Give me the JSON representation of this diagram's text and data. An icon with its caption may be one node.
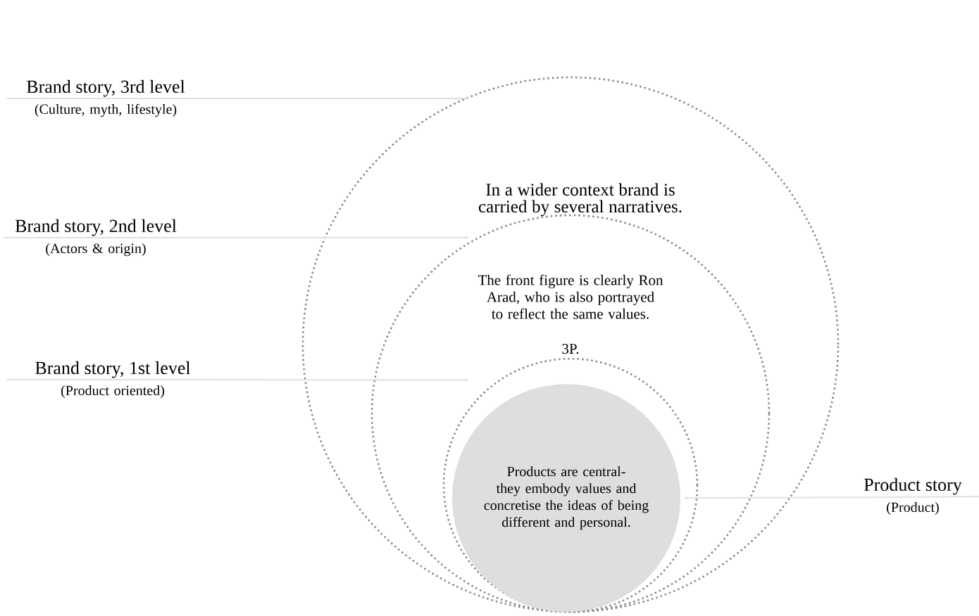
{
  "diagram": {
    "nodes": [
      {
        "text": [
          "In a wider context brand is carried by several narratives."
        ]
      },
      {
        "text": [
          "The front figure is clearly Ron Arad, who is also portrayed to reflect the same values.",
          "3P."
        ],
        "in": 0
      },
      {
        "text": [],
        "shape": "circle",
        "in": 1
      },
      {
        "text": [
          "Products are central- they embody values and concretise the ideas of being different and personal."
        ],
        "in": 2
      },
      {
        "text": [
          "Brand story, 3rd level",
          "(Culture, myth, lifestyle)"
        ]
      },
      {
        "text": [
          "Brand story, 2nd level",
          "(Actors & origin)"
        ]
      },
      {
        "text": [
          "Brand story, 1st level",
          "(Product oriented)"
        ]
      },
      {
        "text": [
          "Product story",
          "(Product)"
        ]
      }
    ],
    "edges": [
      {
        "from": 4,
        "to": 0,
        "arrow": "to"
      },
      {
        "from": 5,
        "to": 1,
        "arrow": "to"
      },
      {
        "from": 6,
        "to": 2,
        "arrow": "to"
      },
      {
        "from": 7,
        "to": 3,
        "arrow": "to"
      }
    ]
  }
}
